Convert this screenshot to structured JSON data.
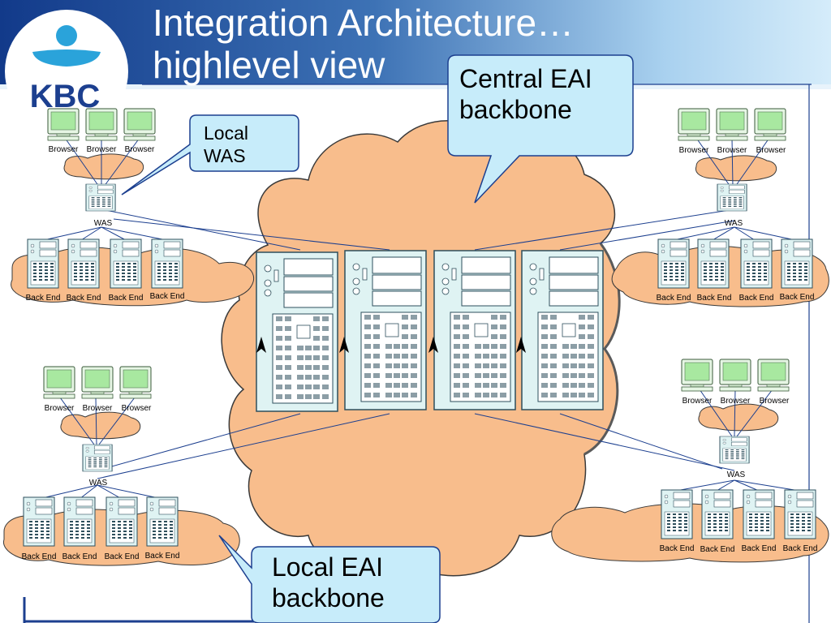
{
  "slide": {
    "title_line1": "Integration Architecture…",
    "title_line2": "highlevel view",
    "logo_text": "KBC"
  },
  "callouts": {
    "central_line1": "Central EAI",
    "central_line2": "backbone",
    "local_was_line1": "Local",
    "local_was_line2": "WAS",
    "local_eai_line1": "Local EAI",
    "local_eai_line2": "backbone"
  },
  "clusters": [
    {
      "browsers": [
        "Browser",
        "Browser",
        "Browser"
      ],
      "was": "WAS",
      "back_ends": [
        "Back End",
        "Back End",
        "Back End",
        "Back End"
      ]
    },
    {
      "browsers": [
        "Browser",
        "Browser",
        "Browser"
      ],
      "was": "WAS",
      "back_ends": [
        "Back End",
        "Back End",
        "Back End",
        "Back End"
      ]
    },
    {
      "browsers": [
        "Browser",
        "Browser",
        "Browser"
      ],
      "was": "WAS",
      "back_ends": [
        "Back End",
        "Back End",
        "Back End",
        "Back End"
      ]
    },
    {
      "browsers": [
        "Browser",
        "Browser",
        "Browser"
      ],
      "was": "WAS",
      "back_ends": [
        "Back End",
        "Back End",
        "Back End",
        "Back End"
      ]
    }
  ],
  "colors": {
    "header_blue": "#1c3f8f",
    "cloud_fill": "#f8bd8c",
    "callout_fill": "#c7ecfa",
    "server_fill": "#dff3f3",
    "monitor_green": "#a8e8a0"
  }
}
